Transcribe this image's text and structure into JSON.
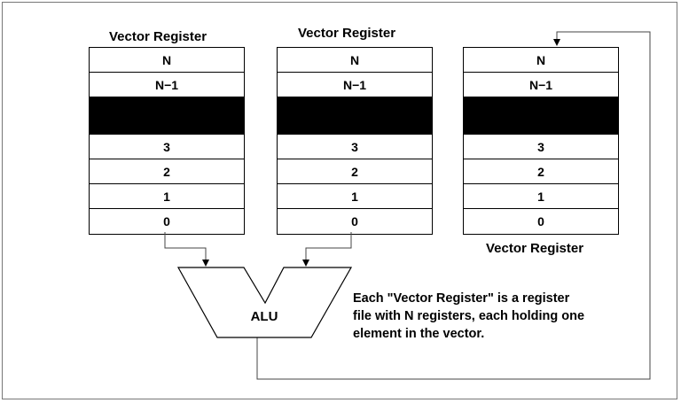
{
  "registers": [
    {
      "title": "Vector Register",
      "cells": [
        "N",
        "N−1",
        "",
        "3",
        "2",
        "1",
        "0"
      ]
    },
    {
      "title": "Vector Register",
      "cells": [
        "N",
        "N−1",
        "",
        "3",
        "2",
        "1",
        "0"
      ]
    },
    {
      "title": "Vector Register",
      "cells": [
        "N",
        "N−1",
        "",
        "3",
        "2",
        "1",
        "0"
      ]
    }
  ],
  "alu": {
    "label": "ALU"
  },
  "note": {
    "lines": [
      "Each \"Vector Register\" is a register",
      "file with N registers, each holding one",
      "element in the vector."
    ]
  }
}
